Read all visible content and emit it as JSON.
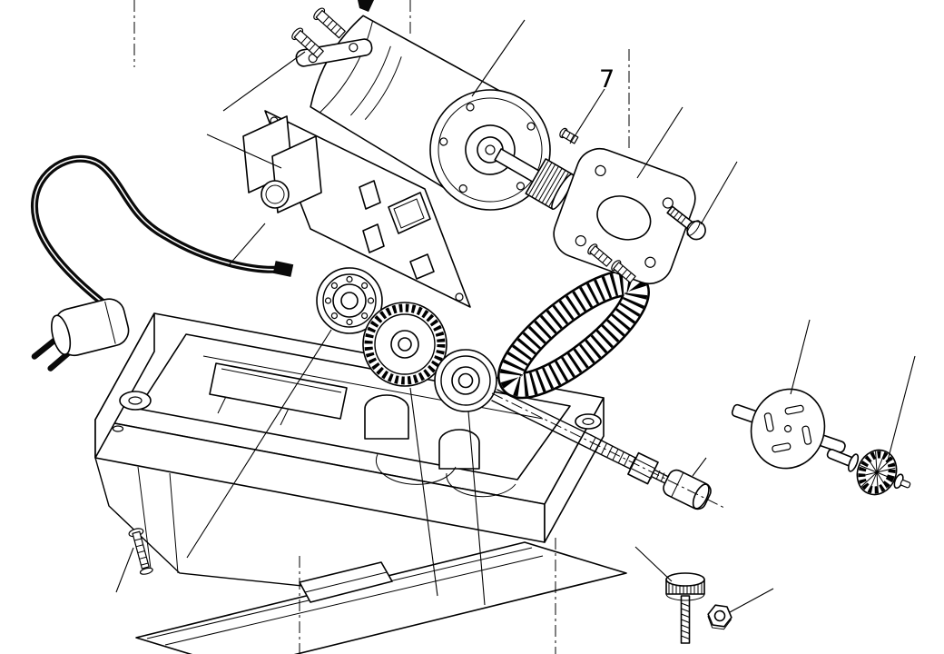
{
  "figure": {
    "background_color": "#ffffff",
    "line_color": "#000000",
    "labels": {
      "part_7": "7"
    },
    "part_names": [
      "mounting-screws-and-bracket",
      "electric-motor",
      "motor-pinion-gear",
      "set-screw",
      "motor-mounting-plate",
      "plate-screws",
      "mounting-bolt",
      "circuit-board",
      "power-cord-and-plug",
      "timing-belt",
      "front-bearing",
      "toothed-pulley",
      "rear-bearing",
      "drive-shaft",
      "shaft-nut",
      "shaft-coupling",
      "base-casting",
      "base-cover",
      "slotted-disc",
      "cutter-burr",
      "knurled-thumb-screw",
      "hex-nut",
      "base-screw"
    ]
  }
}
